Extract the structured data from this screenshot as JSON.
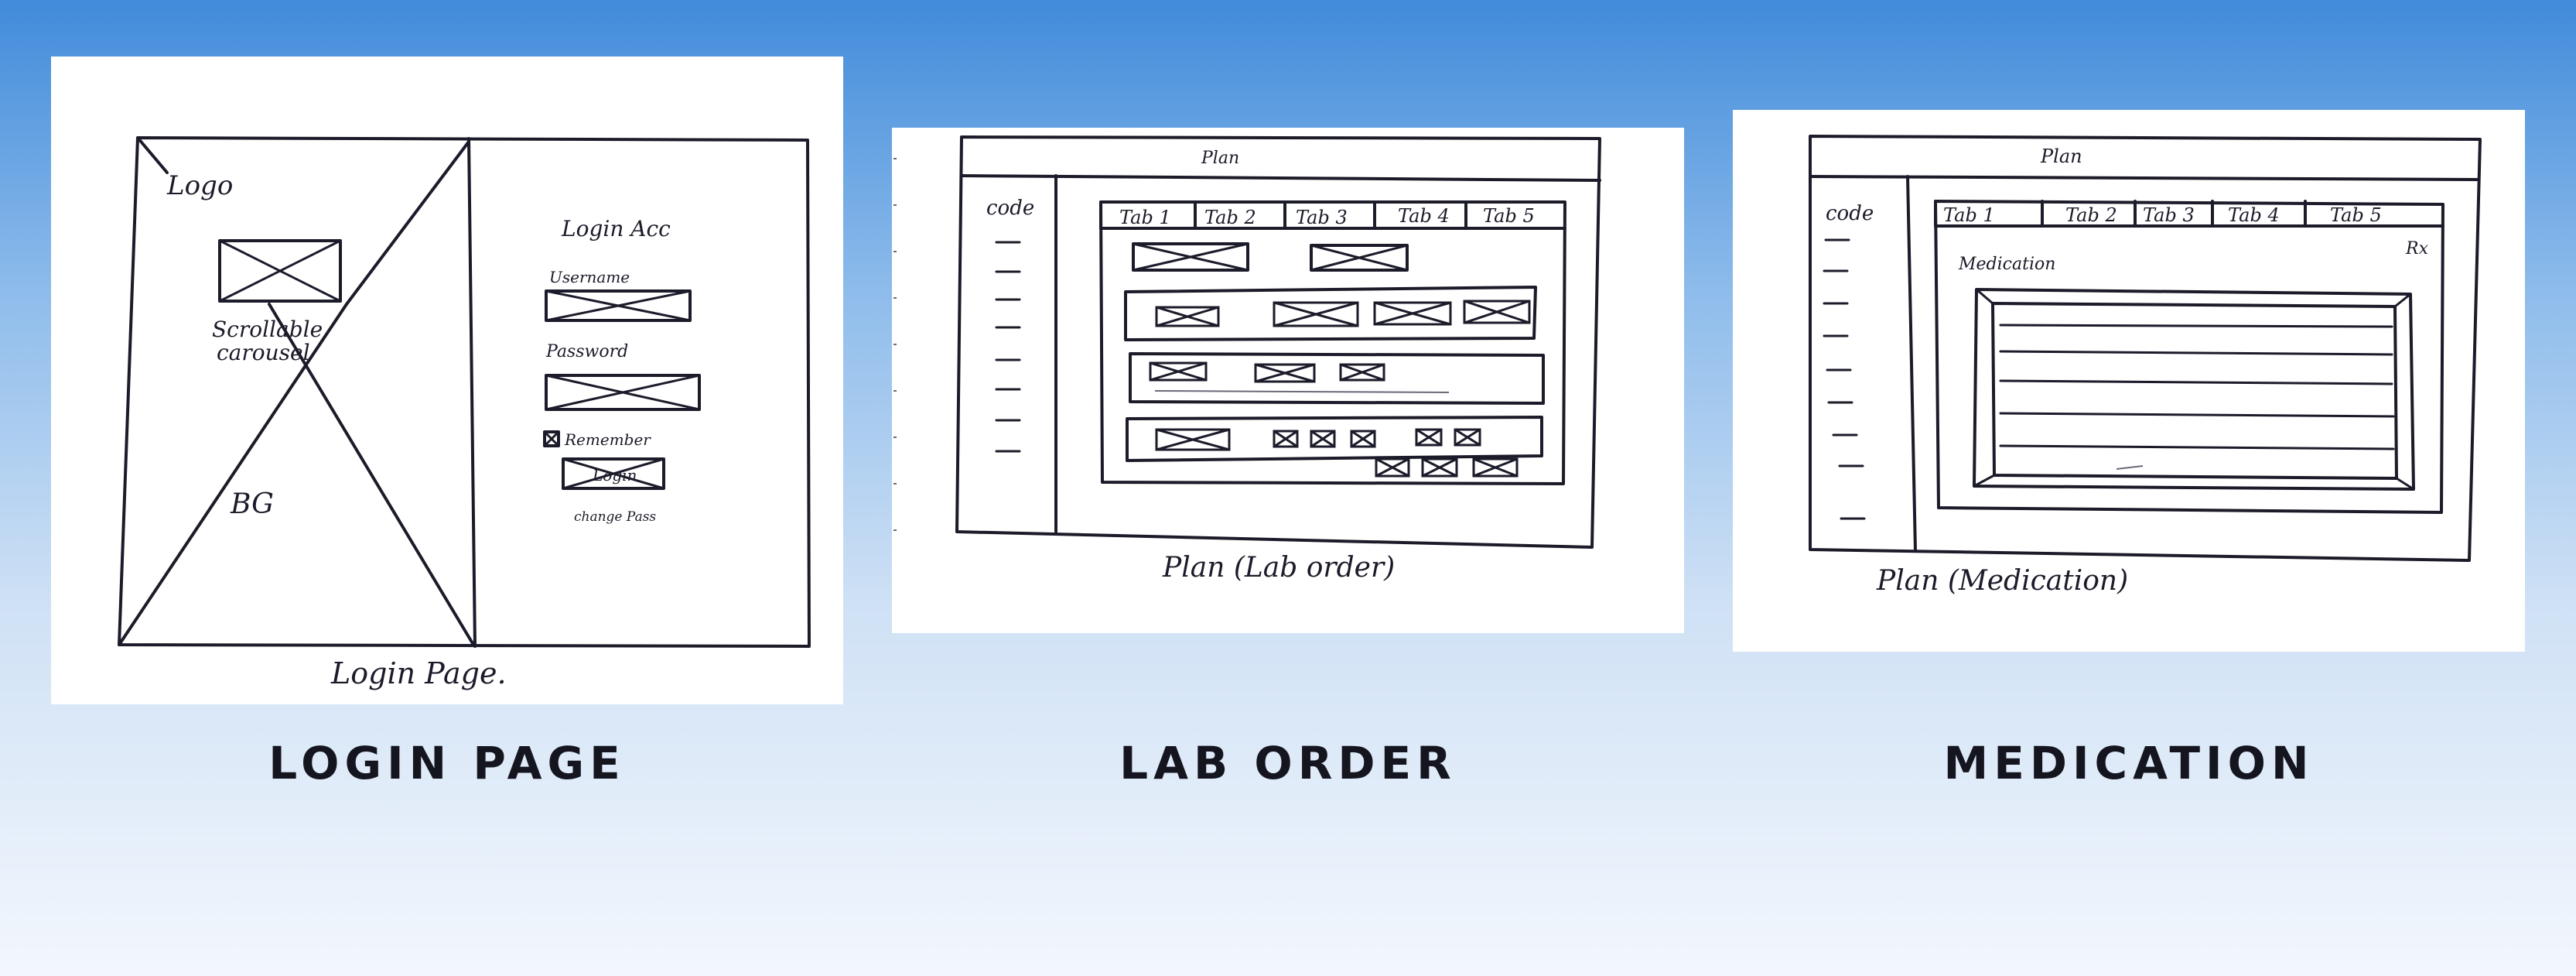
{
  "panels": [
    {
      "title": "LOGIN PAGE",
      "caption": "Login Page.",
      "labels": {
        "logo": "Logo",
        "carousel_line1": "Scrollable",
        "carousel_line2": "carousel",
        "bg": "BG",
        "login_heading": "Login Acc",
        "username": "Username",
        "password": "Password",
        "remember": "Remember",
        "login_button": "Login",
        "change_pass": "change Pass"
      }
    },
    {
      "title": "LAB ORDER",
      "caption": "Plan (Lab order)",
      "labels": {
        "header": "Plan",
        "side": "code",
        "tabs": [
          "Tab 1",
          "Tab 2",
          "Tab 3",
          "Tab 4",
          "Tab 5"
        ]
      }
    },
    {
      "title": "MEDICATION",
      "caption": "Plan (Medication)",
      "labels": {
        "header": "Plan",
        "side": "code",
        "tabs": [
          "Tab 1",
          "Tab 2",
          "Tab 3",
          "Tab 4",
          "Tab 5"
        ],
        "section": "Medication",
        "rx": "Rx"
      }
    }
  ]
}
